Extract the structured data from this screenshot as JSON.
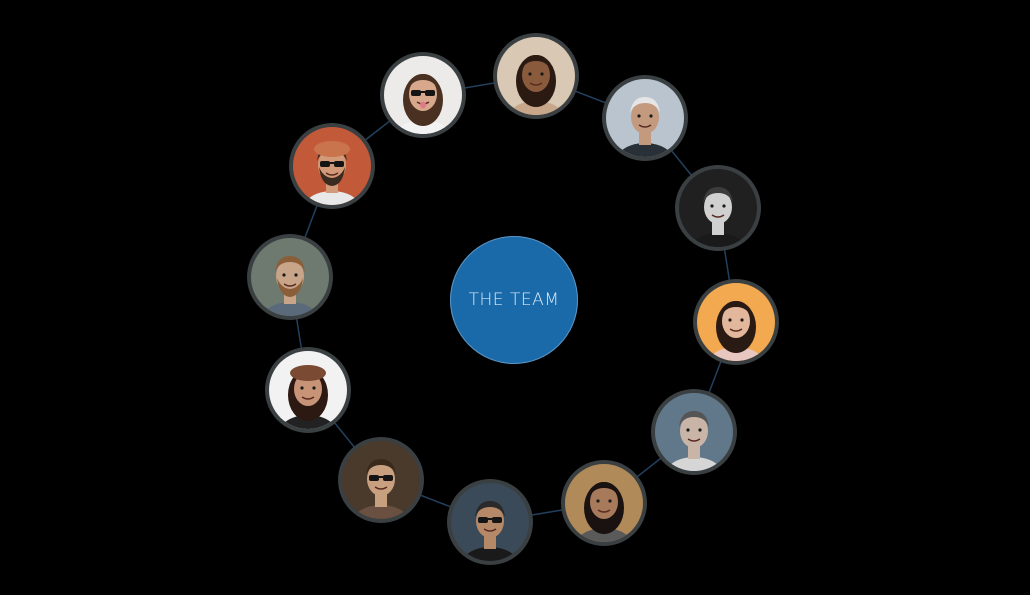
{
  "center": {
    "label": "THE TEAM",
    "color": "#1a69a8"
  },
  "ring_color": "#23405e",
  "members": [
    {
      "name": "member-sunglasses-tongue",
      "bg": "#ecebe9",
      "skin": "#d7a88c",
      "hair": "#4a3020",
      "shirt": "#f2f2f2",
      "sunglasses": true,
      "hat": false,
      "hat_color": "",
      "beard": false,
      "long_hair": true,
      "tongue": true
    },
    {
      "name": "member-smiling-woman-braids",
      "bg": "#d8c8b4",
      "skin": "#8a5a3c",
      "hair": "#2a1a12",
      "shirt": "#c8a68a",
      "sunglasses": false,
      "hat": false,
      "hat_color": "",
      "beard": false,
      "long_hair": true,
      "tongue": false
    },
    {
      "name": "member-elderly-man",
      "bg": "#b9c4cf",
      "skin": "#c49a7e",
      "hair": "#e5e5e5",
      "shirt": "#2a3038",
      "sunglasses": false,
      "hat": false,
      "hat_color": "",
      "beard": false,
      "long_hair": false,
      "tongue": false
    },
    {
      "name": "member-curly-hair-man",
      "bg": "#202020",
      "skin": "#d0d0d0",
      "hair": "#3c3c3c",
      "shirt": "#1a1a1a",
      "sunglasses": false,
      "hat": false,
      "hat_color": "",
      "beard": false,
      "long_hair": false,
      "tongue": false
    },
    {
      "name": "member-surprised-girl",
      "bg": "#f2a950",
      "skin": "#e2b79b",
      "hair": "#2a1a14",
      "shirt": "#e8c7c0",
      "sunglasses": false,
      "hat": false,
      "hat_color": "",
      "beard": false,
      "long_hair": true,
      "tongue": false
    },
    {
      "name": "member-bald-fighter",
      "bg": "#61788a",
      "skin": "#c9b5a8",
      "hair": "#555555",
      "shirt": "#d6d6d6",
      "sunglasses": false,
      "hat": false,
      "hat_color": "",
      "beard": false,
      "long_hair": false,
      "tongue": false
    },
    {
      "name": "member-young-girl",
      "bg": "#b08a58",
      "skin": "#a77a5c",
      "hair": "#1a1210",
      "shirt": "#5a5a5a",
      "sunglasses": false,
      "hat": false,
      "hat_color": "",
      "beard": false,
      "long_hair": true,
      "tongue": false
    },
    {
      "name": "member-mirror-shades-man",
      "bg": "#3a4a58",
      "skin": "#b58868",
      "hair": "#2a2a2a",
      "shirt": "#1a1a1a",
      "sunglasses": true,
      "hat": false,
      "hat_color": "",
      "beard": false,
      "long_hair": false,
      "tongue": false
    },
    {
      "name": "member-driver-sunglasses",
      "bg": "#4a3a2c",
      "skin": "#c8a080",
      "hair": "#3a2a1c",
      "shirt": "#6a5040",
      "sunglasses": true,
      "hat": false,
      "hat_color": "",
      "beard": false,
      "long_hair": false,
      "tongue": false
    },
    {
      "name": "member-woman-beret",
      "bg": "#f2f2f2",
      "skin": "#c89478",
      "hair": "#2c1a12",
      "shirt": "#222222",
      "sunglasses": false,
      "hat": true,
      "hat_color": "#7a4a32",
      "beard": false,
      "long_hair": true,
      "tongue": false
    },
    {
      "name": "member-bearded-man",
      "bg": "#6e7a70",
      "skin": "#c8a488",
      "hair": "#8a5e38",
      "shirt": "#5a6a7a",
      "sunglasses": false,
      "hat": false,
      "hat_color": "",
      "beard": true,
      "long_hair": false,
      "tongue": false
    },
    {
      "name": "member-cap-sunglasses-man",
      "bg": "#c25a3a",
      "skin": "#d29a78",
      "hair": "#3a2a20",
      "shirt": "#e8e8e8",
      "sunglasses": true,
      "hat": true,
      "hat_color": "#c9744c",
      "beard": true,
      "long_hair": false,
      "tongue": false
    }
  ]
}
